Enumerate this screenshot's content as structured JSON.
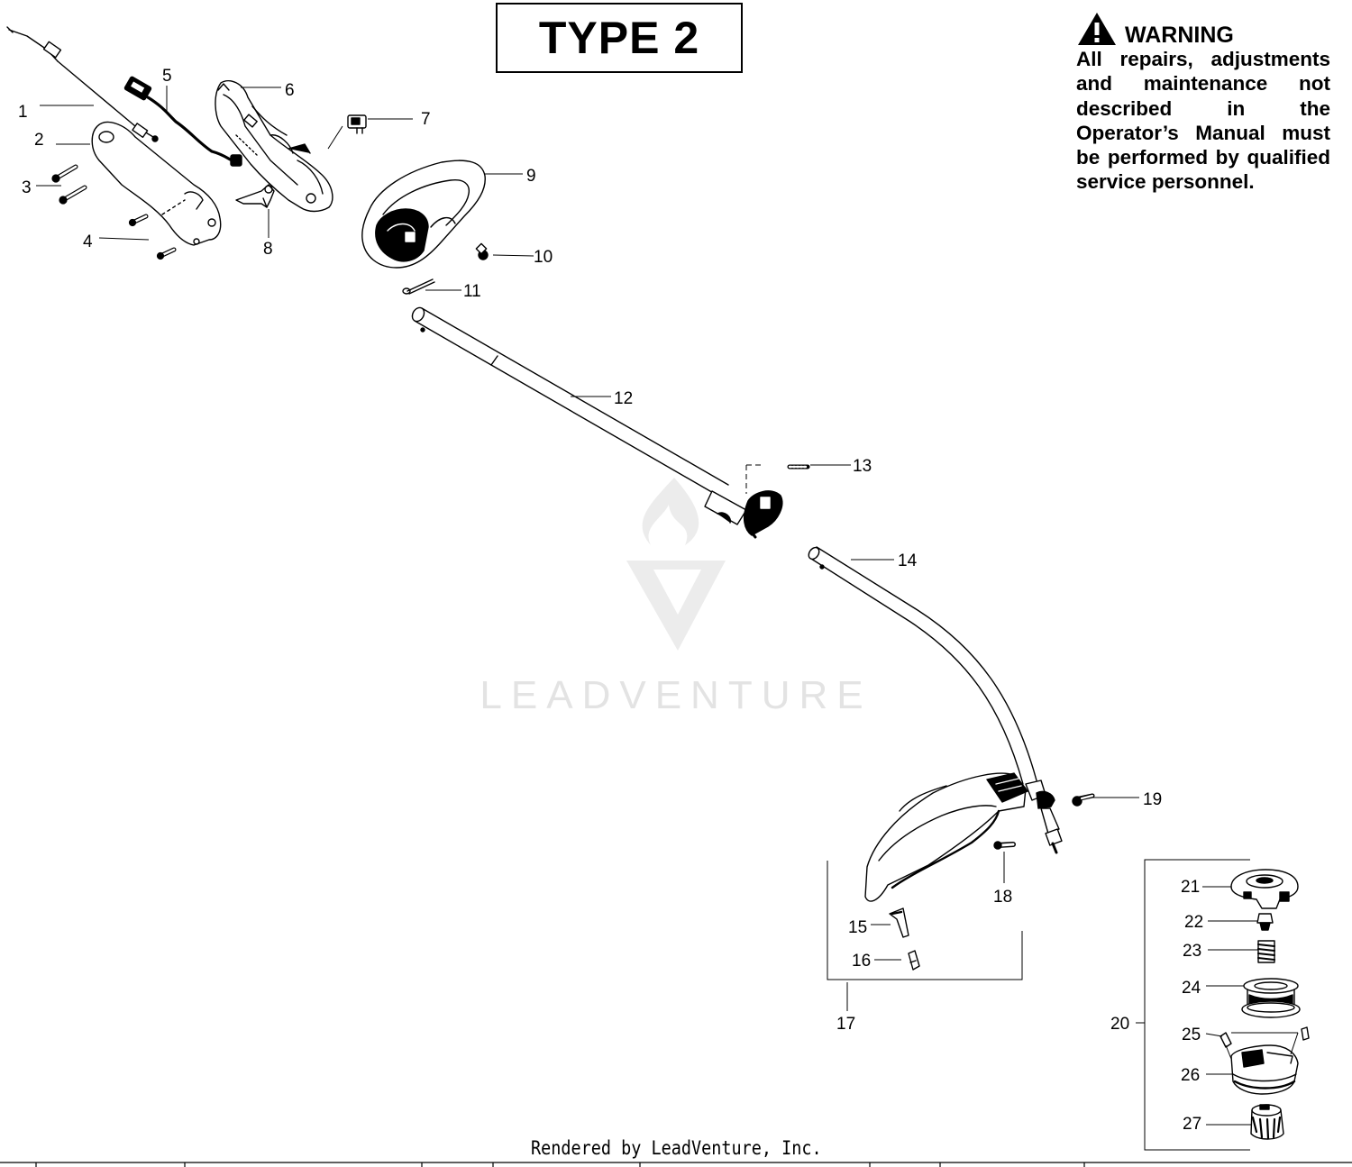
{
  "title": "TYPE 2",
  "warning": {
    "title": "WARNING",
    "text": "All repairs, adjustments and maintenance not described in the Operator’s Manual must be performed by qualified service personnel."
  },
  "watermark": "LEADVENTURE",
  "footer": "Rendered by LeadVenture, Inc.",
  "callouts": [
    "1",
    "2",
    "3",
    "4",
    "5",
    "6",
    "7",
    "8",
    "9",
    "10",
    "11",
    "12",
    "13",
    "14",
    "15",
    "16",
    "17",
    "18",
    "19",
    "20",
    "21",
    "22",
    "23",
    "24",
    "25",
    "26",
    "27"
  ]
}
